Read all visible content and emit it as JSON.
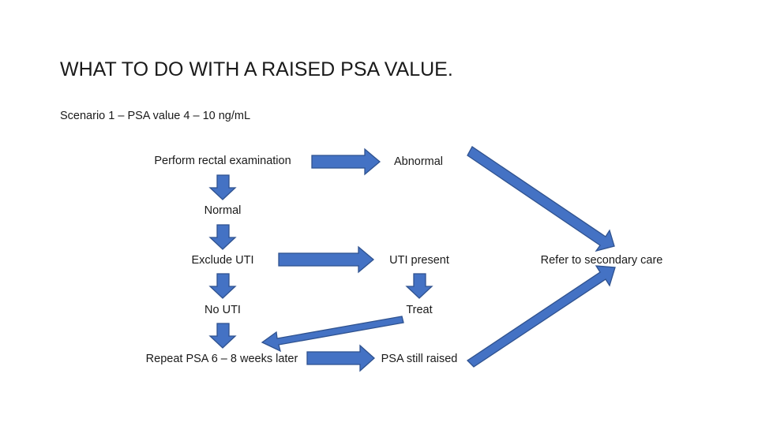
{
  "slide": {
    "title": "WHAT TO DO WITH A RAISED PSA VALUE.",
    "subtitle": "Scenario 1 – PSA value 4 – 10 ng/mL"
  },
  "nodes": {
    "perform_rectal_exam": "Perform rectal examination",
    "abnormal": "Abnormal",
    "normal": "Normal",
    "exclude_uti": "Exclude  UTI",
    "uti_present": "UTI present",
    "refer_secondary_care": "Refer to secondary care",
    "no_uti": "No UTI",
    "treat": "Treat",
    "repeat_psa": "Repeat PSA 6 – 8 weeks later",
    "psa_still_raised": "PSA still raised"
  },
  "colors": {
    "arrow_fill": "#4472c4",
    "arrow_stroke": "#2f528f"
  }
}
